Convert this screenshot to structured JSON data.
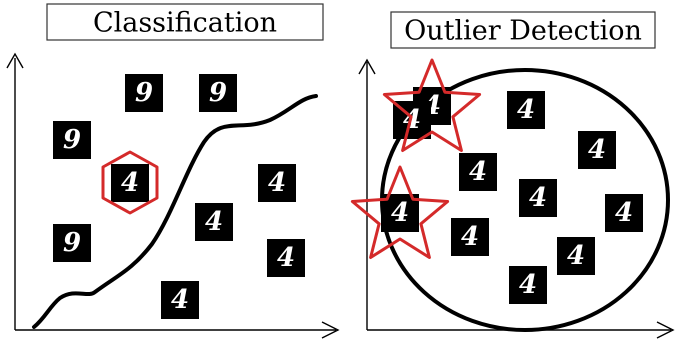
{
  "colors": {
    "background": "#ffffff",
    "ink": "#000000",
    "highlight": "#d42a2a",
    "tile": "#000000",
    "tile_digit": "#ffffff"
  },
  "left_panel": {
    "title": "Classification",
    "samples": [
      {
        "digit": "9",
        "class": "nine"
      },
      {
        "digit": "9",
        "class": "nine"
      },
      {
        "digit": "9",
        "class": "nine"
      },
      {
        "digit": "4",
        "class": "four",
        "highlight": "hexagon"
      },
      {
        "digit": "9",
        "class": "nine"
      },
      {
        "digit": "4",
        "class": "four"
      },
      {
        "digit": "4",
        "class": "four"
      },
      {
        "digit": "4",
        "class": "four"
      },
      {
        "digit": "4",
        "class": "four"
      }
    ]
  },
  "right_panel": {
    "title": "Outlier Detection",
    "samples": [
      {
        "digit": "4",
        "class": "outlier",
        "highlight": "star"
      },
      {
        "digit": "4",
        "class": "inlier"
      },
      {
        "digit": "4",
        "class": "inlier"
      },
      {
        "digit": "4",
        "class": "inlier"
      },
      {
        "digit": "4",
        "class": "outlier",
        "highlight": "star"
      },
      {
        "digit": "4",
        "class": "inlier"
      },
      {
        "digit": "4",
        "class": "inlier"
      },
      {
        "digit": "4",
        "class": "inlier"
      },
      {
        "digit": "4",
        "class": "inlier"
      },
      {
        "digit": "4",
        "class": "inlier"
      },
      {
        "digit": "4",
        "class": "inlier"
      }
    ]
  }
}
